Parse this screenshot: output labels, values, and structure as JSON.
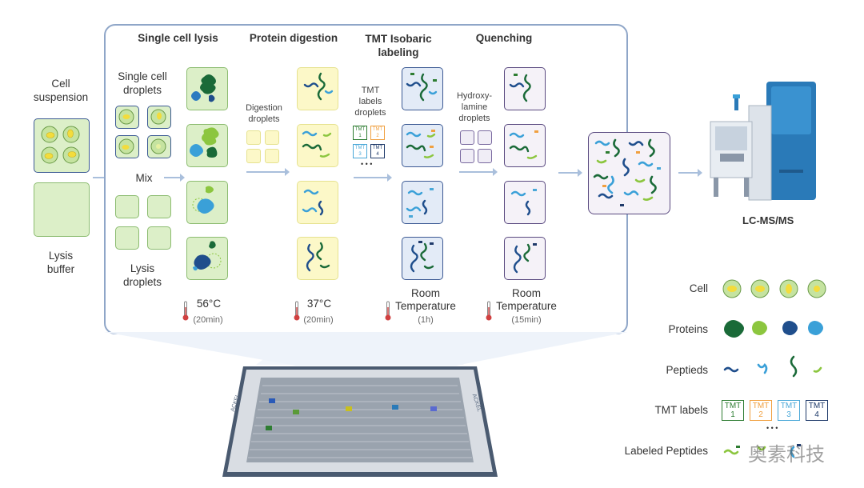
{
  "left": {
    "cell_suspension": [
      "Cell",
      "suspension"
    ],
    "lysis_buffer": [
      "Lysis",
      "buffer"
    ]
  },
  "steps": {
    "single_cell_lysis": "Single cell lysis",
    "protein_digestion": "Protein digestion",
    "tmt_labeling": [
      "TMT Isobaric",
      "labeling"
    ],
    "quenching": "Quenching"
  },
  "panel_labels": {
    "single_cell_droplets": [
      "Single cell",
      "droplets"
    ],
    "mix": "Mix",
    "lysis_droplets": [
      "Lysis",
      "droplets"
    ],
    "digestion_droplets": [
      "Digestion",
      "droplets"
    ],
    "tmt_labels_droplets": [
      "TMT",
      "labels",
      "droplets"
    ],
    "hydroxylamine_droplets": [
      "Hydroxy-",
      "lamine",
      "droplets"
    ],
    "ellipsis": "• • •"
  },
  "conditions": {
    "lysis": {
      "temp": "56°C",
      "time": "(20min)"
    },
    "digestion": {
      "temp": "37°C",
      "time": "(20min)"
    },
    "labeling": {
      "temp": [
        "Room",
        "Temperature"
      ],
      "time": "(1h)"
    },
    "quenching": {
      "temp": [
        "Room",
        "Temperature"
      ],
      "time": "(15min)"
    }
  },
  "instrument": "LC-MS/MS",
  "chip": {
    "brand": "ACKEL"
  },
  "legend": {
    "cell": "Cell",
    "proteins": "Proteins",
    "peptides": "Peptieds",
    "tmt_labels": "TMT labels",
    "labeled_peptides": "Labeled Peptides",
    "tmt_tags": [
      {
        "top": "TMT",
        "num": "1",
        "color": "#2e7d32"
      },
      {
        "top": "TMT",
        "num": "2",
        "color": "#f0a040"
      },
      {
        "top": "TMT",
        "num": "3",
        "color": "#4aa8d8"
      },
      {
        "top": "TMT",
        "num": "4",
        "color": "#1f3a6a"
      }
    ],
    "ellipsis": "• • •"
  },
  "watermark": "奥素科技",
  "colors": {
    "panel_border": "#8fa6c8",
    "dark_green": "#1a6a38",
    "light_green": "#8cc63f",
    "dark_blue": "#1f4e8c",
    "light_blue": "#3aa0d8",
    "arrow": "#a9bfdc"
  }
}
